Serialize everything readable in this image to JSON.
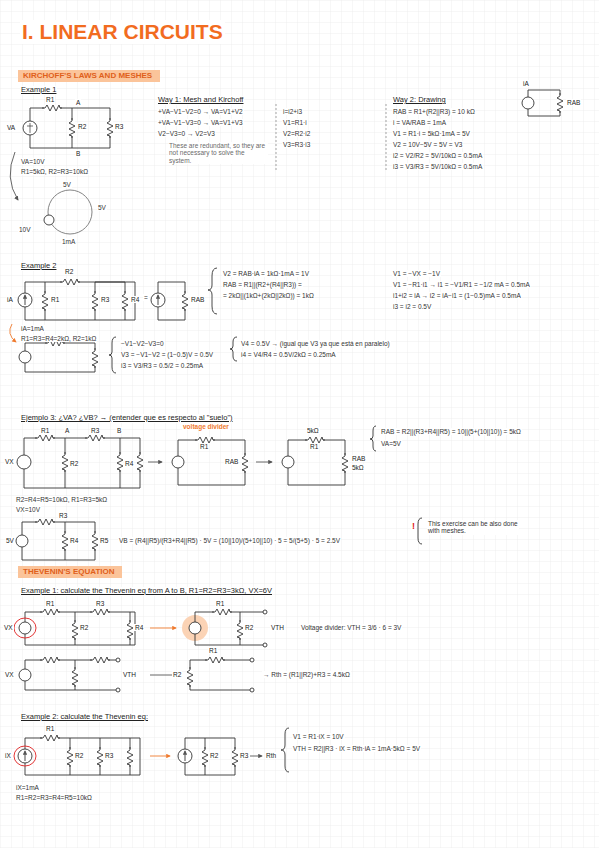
{
  "diagram": {
    "title": "I. LINEAR CIRCUITS",
    "nodes": [
      {
        "text": [
          "KIRCHOFF'S LAWS AND MESHES"
        ]
      },
      {
        "text": [
          "THEVENIN'S EQUATION"
        ]
      }
    ],
    "labels": [
      "Example 1",
      "Way 1: Mesh and Kirchoff",
      "+VA−V1−V2=0 → VA=V1+V2",
      "+VA−V1−V3=0 → VA=V1+V3",
      "V2−V3=0 → V2=V3",
      "These are redundant, so they are not necessary to solve the system.",
      "i=i2+i3",
      "V1=R1·i",
      "V2=R2·i2",
      "V3=R3·i3",
      "Way 2: Drawing",
      "RAB = R1+(R2||R3) = 10 kΩ",
      "i = VA/RAB = 1mA",
      "V1 = R1·i = 5kΩ·1mA = 5V",
      "V2 = 10V−5V = 5V = V3",
      "i2 = V2/R2 = 5V/10kΩ = 0.5mA",
      "i3 = V3/R3 = 5V/10kΩ = 0.5mA",
      "RAB",
      "iA",
      "R1",
      "R2",
      "R3",
      "VA",
      "A",
      "B",
      "VA=10V",
      "R1=5kΩ, R2=R3=10kΩ",
      "10V",
      "5V",
      "1mA",
      "5V",
      "Example 2",
      "iA",
      "R1",
      "R2",
      "R3",
      "R4",
      "iA=1mA",
      "R1=R3=R4=2kΩ, R2=1kΩ",
      "=",
      "RAB",
      "V2 = RAB·iA = 1kΩ·1mA = 1V",
      "RAB = R1||(R2+(R4||R3)) =",
      "= 2kΩ||(1kΩ+(2kΩ||2kΩ)) = 1kΩ",
      "V1 = −VX = −1V",
      "V1 = −R1·i1 → i1 = −V1/R1 = −1/2 mA = 0.5mA",
      "i1+i2 = iA → i2 = iA−i1 = (1−0.5)mA = 0.5mA",
      "i3 = i2 = 0.5V",
      "−V1−V2−V3=0",
      "V3 = −V1−V2 = (1−0.5)V = 0.5V",
      "i3 = V3/R3 = 0.5/2 = 0.25mA",
      "V4 = 0.5V → (igual que V3 ya que está en paralelo)",
      "i4 = V4/R4 = 0.5V/2kΩ = 0.25mA",
      "Ejemplo 3: ¿VA? ¿VB? → (entender que es respecto al \"suelo\")",
      "VX",
      "R1",
      "A",
      "R2",
      "R3",
      "B",
      "R4",
      "R2=R4=R5=10kΩ, R1=R3=5kΩ",
      "VX=10V",
      "voltage divider",
      "R1",
      "RAB",
      "5kΩ",
      "R1",
      "RAB",
      "5kΩ",
      "VA=5V",
      "RAB = R2||(R3+R4||R5) = 10||(5+(10||10)) = 5kΩ",
      "5V",
      "R3",
      "R4",
      "R5",
      "VB = (R4||R5)/(R3+R4||R5) · 5V = (10||10)/(5+10||10) · 5 = 5/(5+5) · 5 = 2.5V",
      "This exercise can be also done with meshes.",
      "Example 1: calculate the Thevenin eq from A to B, R1=R2=R3=3kΩ, VX=6V",
      "VX",
      "R1",
      "R2",
      "R3",
      "R4",
      "R1",
      "R2",
      "VTH",
      "Voltage divider: VTH = 3/6 · 6 = 3V",
      "VX",
      "VTH",
      "R1",
      "R2",
      "→ Rth = (R1||R2)+R3 = 4.5kΩ",
      "Example 2: calculate the Thevenin eq:",
      "iX",
      "R1",
      "R2",
      "R3",
      "iX=1mA",
      "R1=R2=R3=R4=R5=10kΩ",
      "R2",
      "R3",
      "Rth",
      "V1 = R1·iX = 10V",
      "VTH = R2||R3 · iX = Rth·iA = 1mA·5kΩ = 5V",
      "!"
    ]
  }
}
